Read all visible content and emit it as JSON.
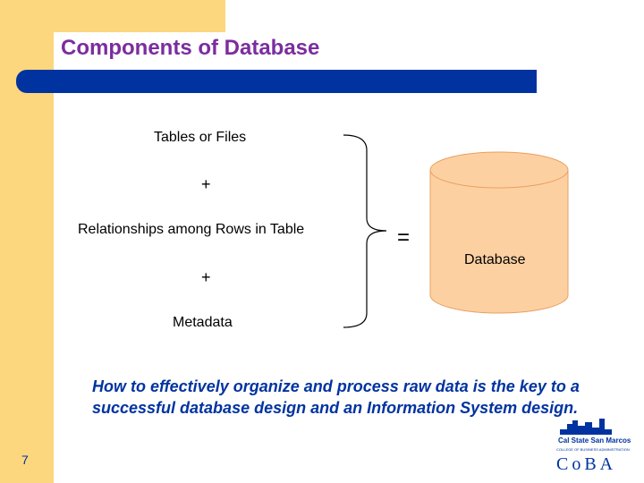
{
  "title": "Components of Database",
  "diagram": {
    "item1": "Tables or Files",
    "plus1": "+",
    "item2": "Relationships among Rows in Table",
    "plus2": "+",
    "item3": "Metadata",
    "equals": "=",
    "result": "Database"
  },
  "caption": "How to effectively organize and process raw data is the key to a successful database design and an Information System design.",
  "page_number": "7",
  "logo": {
    "line1": "Cal State San Marcos",
    "line2": "COLLEGE OF BUSINESS ADMINISTRATION",
    "line3": "CoBA"
  },
  "colors": {
    "accent_band": "#fdd77d",
    "title": "#7b2d9f",
    "bar": "#0033a0",
    "cylinder": "#fdd0a2"
  }
}
